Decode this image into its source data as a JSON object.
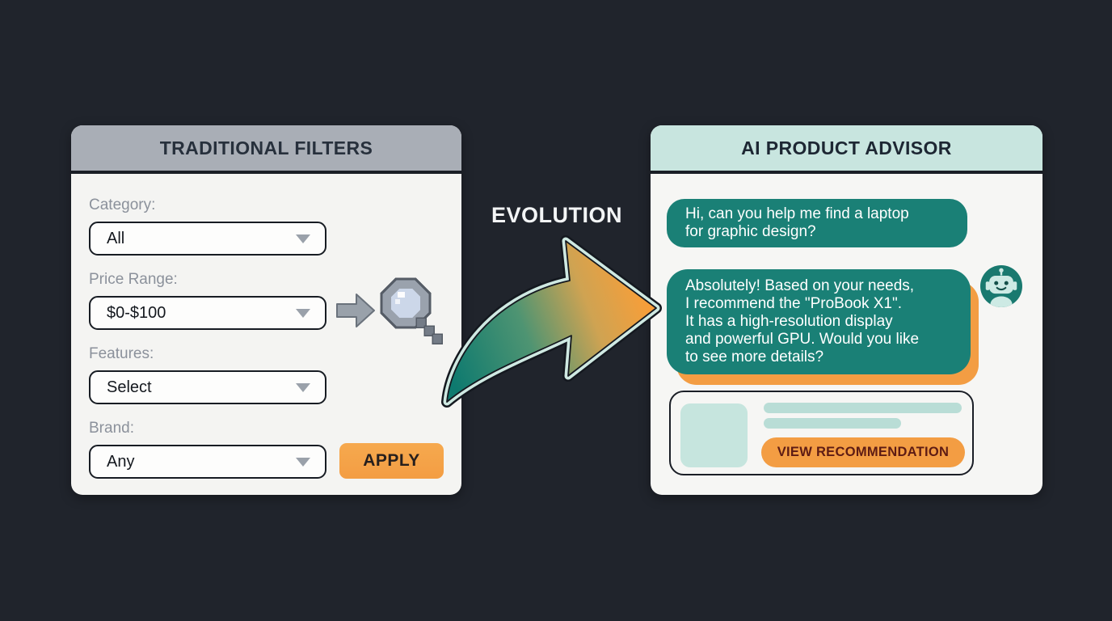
{
  "colors": {
    "background": "#20242c",
    "panel_body": "#f4f4f2",
    "panel_body_right": "#f6f6f4",
    "left_header_bg": "#a9aeb6",
    "right_header_bg": "#c8e5df",
    "bubble_teal": "#1a8076",
    "accent_orange": "#f39d43",
    "skeleton_teal": "#c6e5de"
  },
  "left_panel": {
    "title": "TRADITIONAL FILTERS",
    "fields": [
      {
        "label": "Category:",
        "value": "All"
      },
      {
        "label": "Price Range:",
        "value": "$0-$100"
      },
      {
        "label": "Features:",
        "value": "Select"
      },
      {
        "label": "Brand:",
        "value": "Any"
      }
    ],
    "apply_label": "APPLY"
  },
  "evolution": {
    "label": "EVOLUTION"
  },
  "right_panel": {
    "title": "AI PRODUCT ADVISOR",
    "messages": [
      {
        "sender": "user",
        "text": "Hi, can you help me find a laptop\nfor graphic design?"
      },
      {
        "sender": "ai",
        "text": "Absolutely! Based on your needs,\nI recommend the \"ProBook X1\".\nIt has a high-resolution display\nand powerful GPU. Would you like\nto see more details?"
      }
    ],
    "recommendation_card": {
      "button_label": "VIEW RECOMMENDATION"
    }
  },
  "icons": [
    "chevron-down-icon",
    "arrow-right-icon",
    "magnifier-icon",
    "evolution-swoosh-arrow-icon",
    "robot-avatar-icon"
  ]
}
